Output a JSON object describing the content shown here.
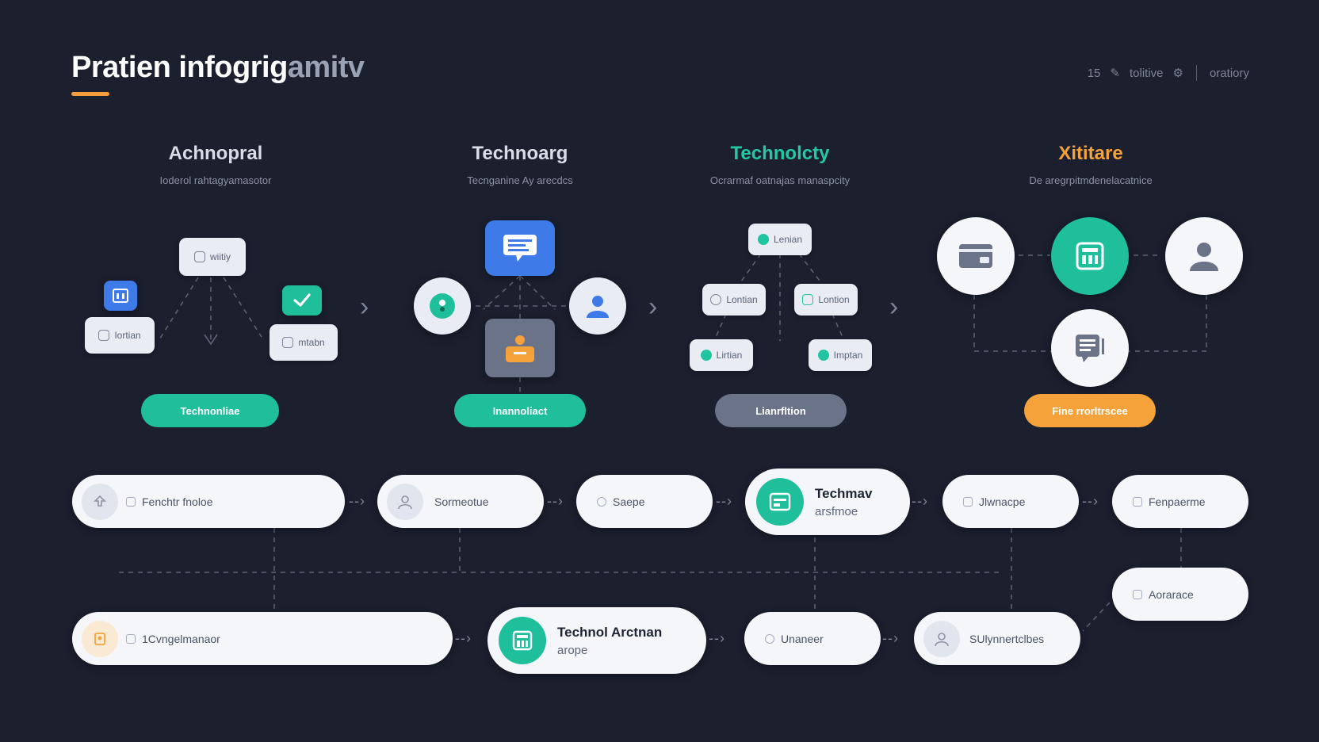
{
  "header": {
    "title_main": "Pratien infogrig",
    "title_dim": "amitv",
    "meta_num": "15",
    "meta_label": "tolitive",
    "meta_right": "oratiory"
  },
  "columns": [
    {
      "title": "Achnopral",
      "subtitle": "Ioderol rahtagyamasotor",
      "color": "#d9dde6"
    },
    {
      "title": "Technoarg",
      "subtitle": "Tecnganine Ay arecdcs",
      "color": "#d9dde6"
    },
    {
      "title": "Technolcty",
      "subtitle": "Ocrarmaf oatnajas manaspcity",
      "color": "#25c8a4"
    },
    {
      "title": "Xititare",
      "subtitle": "De aregrpitmdenelacatnice",
      "color": "#f5a23a"
    }
  ],
  "col1": {
    "chip_top": "wiitiy",
    "chip_left": "Iortian",
    "chip_right": "mtabn",
    "button": "Technonliae"
  },
  "col2": {
    "button": "Inannoliact"
  },
  "col3": {
    "chip_top": "Lenian",
    "chip_mid_left": "Lontian",
    "chip_mid_right": "Lontion",
    "chip_bot_left": "Lirtian",
    "chip_bot_right": "Imptan",
    "button": "Lianrfltion"
  },
  "col4": {
    "button": "Fine rrorltrscee"
  },
  "flow_row1": [
    {
      "label": "Fenchtr fnoloe"
    },
    {
      "label": "Sormeotue"
    },
    {
      "label": "Saepe"
    },
    {
      "label_1": "Techmav",
      "label_2": "arsfmoe"
    },
    {
      "label": "Jlwnacpe"
    },
    {
      "label": "Fenpaerme"
    }
  ],
  "flow_side": {
    "label": "Aorarace"
  },
  "flow_row2": [
    {
      "label": "1Cvngelmanaor"
    },
    {
      "label_1": "Technol Arctnan",
      "label_2": "arope"
    },
    {
      "label": "Unaneer"
    },
    {
      "label": "SUlynnertclbes"
    }
  ],
  "colors": {
    "background": "#1b1f2e",
    "teal": "#1fbf9c",
    "blue": "#3f7be8",
    "orange": "#f5a23a",
    "slate": "#6b7388"
  }
}
